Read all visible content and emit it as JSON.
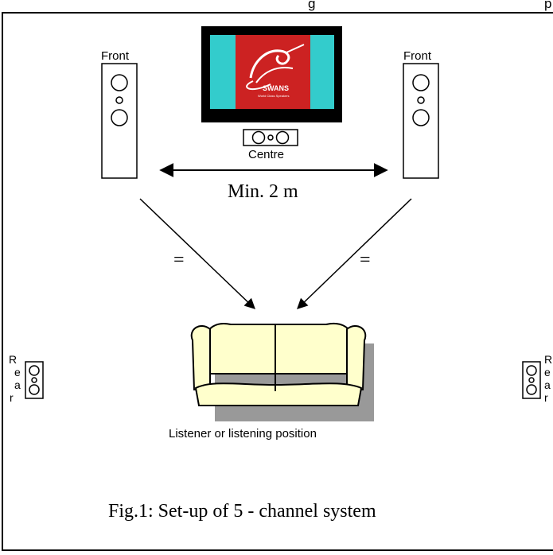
{
  "top_caption_fragment": "g",
  "top_caption_fragment_right": "p",
  "tv": {
    "logo_text": "SWANS",
    "logo_subtext": "World Class Speakers"
  },
  "speakers": {
    "front_left_label": "Front",
    "front_right_label": "Front",
    "centre_label": "Centre",
    "rear_left_letters": [
      "R",
      "e",
      "a",
      "r"
    ],
    "rear_right_letters": [
      "R",
      "e",
      "a",
      "r"
    ]
  },
  "distance_label": "Min. 2 m",
  "equal_left": "=",
  "equal_right": "=",
  "listener_label": "Listener or listening position",
  "figure_caption": "Fig.1: Set-up of 5 - channel system",
  "colors": {
    "tv_screen": "#33cccc",
    "tv_logo_panel": "#cc2222",
    "tv_frame": "#000000",
    "sofa_fill": "#ffffcc",
    "sofa_shadow": "#999999"
  }
}
